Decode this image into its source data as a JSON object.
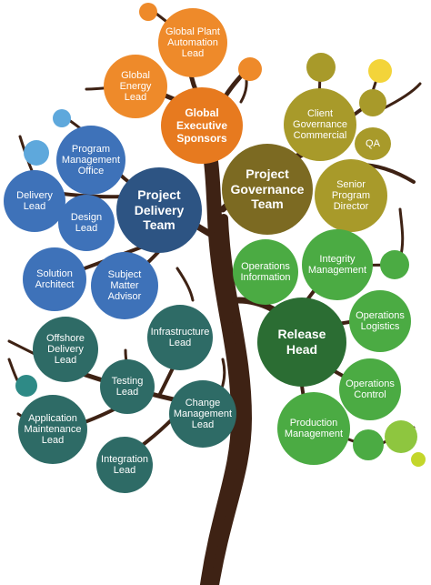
{
  "nodes": {
    "global_plant_automation_lead": "Global Plant\nAutomation\nLead",
    "global_energy_lead": "Global\nEnergy\nLead",
    "global_executive_sponsors": "Global\nExecutive\nSponsors",
    "client_governance_commercial": "Client\nGovernance\nCommercial",
    "qa": "QA",
    "project_governance_team": "Project\nGovernance\nTeam",
    "senior_program_director": "Senior\nProgram\nDirector",
    "program_management_office": "Program\nManagement\nOffice",
    "delivery_lead": "Delivery\nLead",
    "design_lead": "Design\nLead",
    "project_delivery_team": "Project\nDelivery\nTeam",
    "solution_architect": "Solution\nArchitect",
    "subject_matter_advisor": "Subject\nMatter\nAdvisor",
    "operations_information": "Operations\nInformation",
    "integrity_management": "Integrity\nManagement",
    "operations_logistics": "Operations\nLogistics",
    "release_head": "Release\nHead",
    "operations_control": "Operations\nControl",
    "production_management": "Production\nManagement",
    "offshore_delivery_lead": "Offshore\nDelivery\nLead",
    "infrastructure_lead": "Infrastructure\nLead",
    "testing_lead": "Testing\nLead",
    "change_management_lead": "Change\nManagement\nLead",
    "application_maintenance_lead": "Application\nMaintenance\nLead",
    "integration_lead": "Integration\nLead"
  },
  "colors": {
    "executive": "#ee8a2a",
    "governance": "#a89a2a",
    "delivery": "#3e72b9",
    "release": "#4bab43",
    "support": "#2e6b66",
    "trunk": "#3e2214"
  }
}
